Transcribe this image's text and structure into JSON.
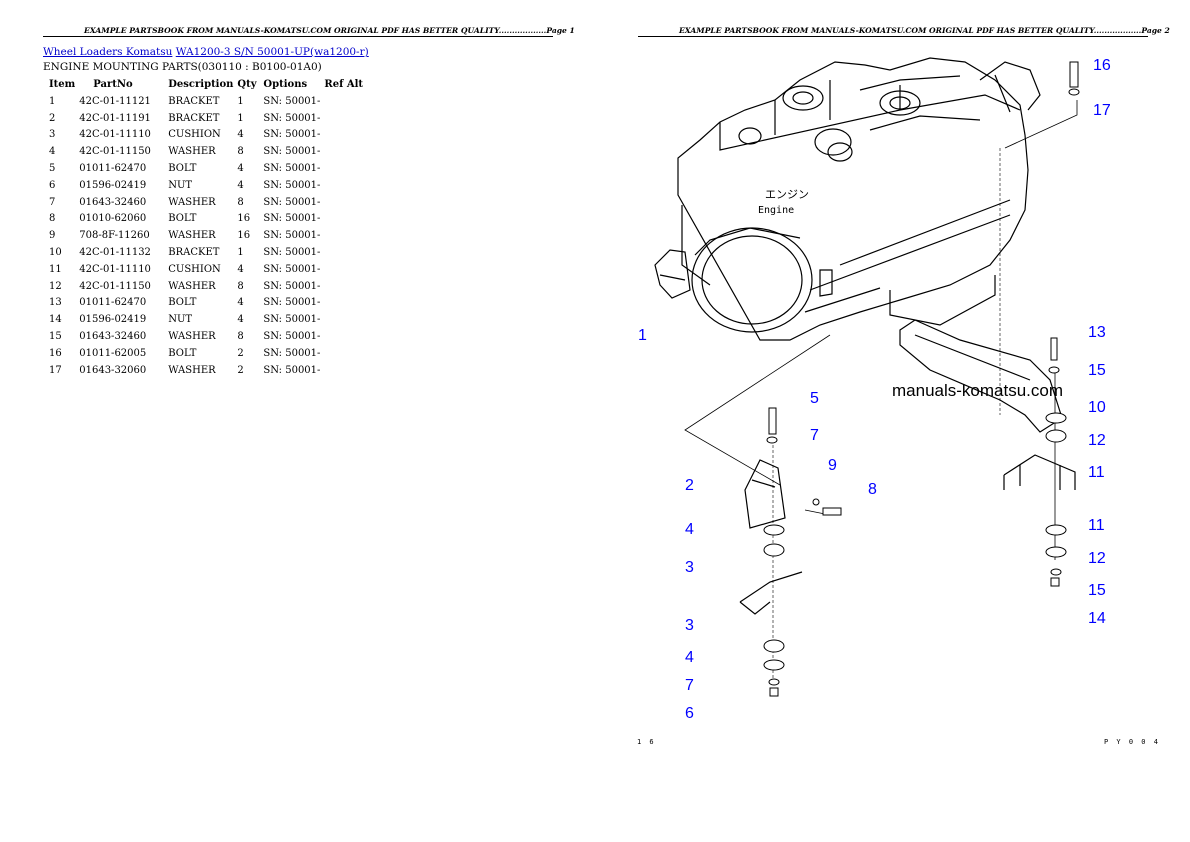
{
  "page1": {
    "header": "EXAMPLE PARTSBOOK FROM MANUALS-KOMATSU.COM ORIGINAL PDF HAS BETTER QUALITY..................Page 1",
    "breadcrumb": {
      "link1": "Wheel Loaders Komatsu",
      "link2": "WA1200-3 S/N  50001-UP(wa1200-r)"
    },
    "section_title": "ENGINE MOUNTING PARTS(030110 : B0100-01A0)",
    "table": {
      "headers": [
        "Item",
        "PartNo",
        "Description",
        "Qty",
        "Options",
        "Ref Alt"
      ],
      "rows": [
        [
          "1",
          "42C-01-11121",
          "BRACKET",
          "1",
          "SN: 50001-",
          ""
        ],
        [
          "2",
          "42C-01-11191",
          "BRACKET",
          "1",
          "SN: 50001-",
          ""
        ],
        [
          "3",
          "42C-01-11110",
          "CUSHION",
          "4",
          "SN: 50001-",
          ""
        ],
        [
          "4",
          "42C-01-11150",
          "WASHER",
          "8",
          "SN: 50001-",
          ""
        ],
        [
          "5",
          "01011-62470",
          "BOLT",
          "4",
          "SN: 50001-",
          ""
        ],
        [
          "6",
          "01596-02419",
          "NUT",
          "4",
          "SN: 50001-",
          ""
        ],
        [
          "7",
          "01643-32460",
          "WASHER",
          "8",
          "SN: 50001-",
          ""
        ],
        [
          "8",
          "01010-62060",
          "BOLT",
          "16",
          "SN: 50001-",
          ""
        ],
        [
          "9",
          "708-8F-11260",
          "WASHER",
          "16",
          "SN: 50001-",
          ""
        ],
        [
          "10",
          "42C-01-11132",
          "BRACKET",
          "1",
          "SN: 50001-",
          ""
        ],
        [
          "11",
          "42C-01-11110",
          "CUSHION",
          "4",
          "SN: 50001-",
          ""
        ],
        [
          "12",
          "42C-01-11150",
          "WASHER",
          "8",
          "SN: 50001-",
          ""
        ],
        [
          "13",
          "01011-62470",
          "BOLT",
          "4",
          "SN: 50001-",
          ""
        ],
        [
          "14",
          "01596-02419",
          "NUT",
          "4",
          "SN: 50001-",
          ""
        ],
        [
          "15",
          "01643-32460",
          "WASHER",
          "8",
          "SN: 50001-",
          ""
        ],
        [
          "16",
          "01011-62005",
          "BOLT",
          "2",
          "SN: 50001-",
          ""
        ],
        [
          "17",
          "01643-32060",
          "WASHER",
          "2",
          "SN: 50001-",
          ""
        ]
      ]
    }
  },
  "page2": {
    "header": "EXAMPLE PARTSBOOK FROM MANUALS-KOMATSU.COM ORIGINAL PDF HAS BETTER QUALITY..................Page 2",
    "engine_label_jp": "エンジン",
    "engine_label": "Engine",
    "watermark": "manuals-komatsu.com",
    "callouts": [
      "16",
      "17",
      "1",
      "13",
      "15",
      "10",
      "5",
      "12",
      "7",
      "11",
      "9",
      "2",
      "8",
      "4",
      "11",
      "3",
      "12",
      "15",
      "14",
      "3",
      "4",
      "7",
      "6"
    ],
    "footer_left": "1 6",
    "footer_right": "P Y 0 0 4"
  },
  "colors": {
    "link": "#0000cc",
    "callout": "#0000ff"
  }
}
